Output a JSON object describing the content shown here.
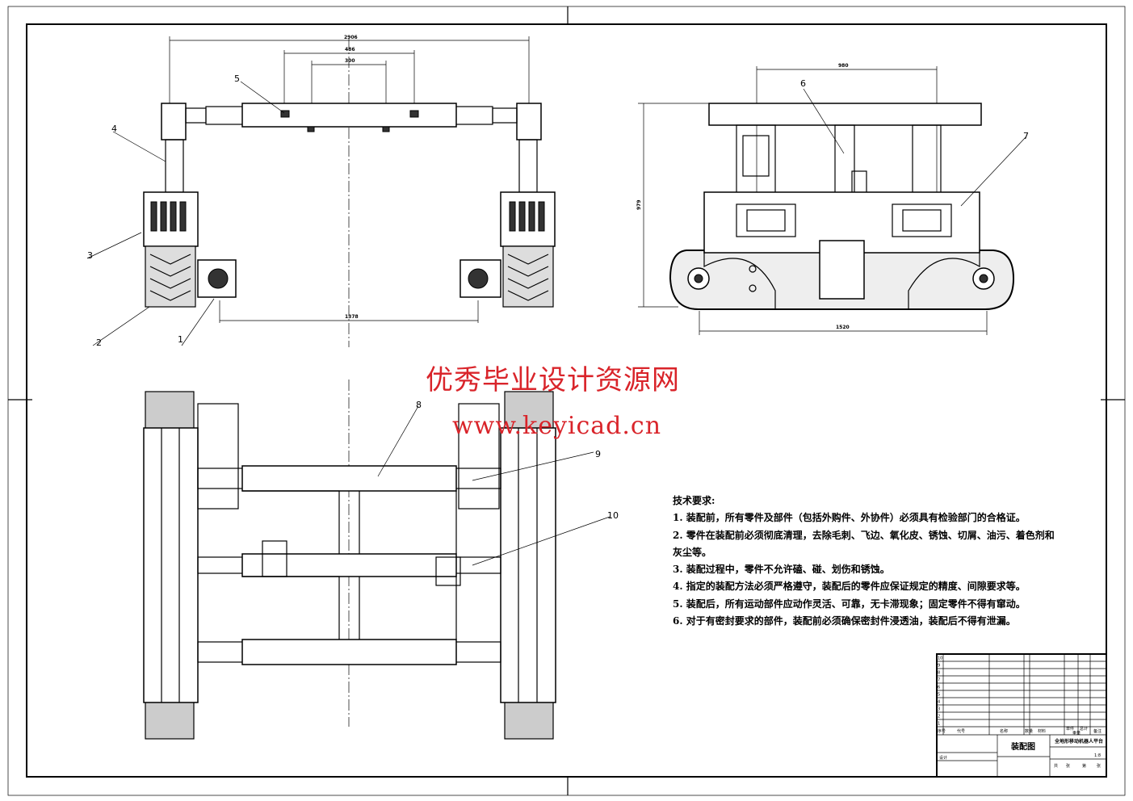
{
  "drawing": {
    "title": "装配图",
    "product_name": "全地形移动机器人平台",
    "watermark_cn": "优秀毕业设计资源网",
    "watermark_url": "www.keyicad.cn",
    "watermark_color": "#d9242a"
  },
  "dimensions": {
    "front_overall": "2906",
    "front_mount_outer": "486",
    "front_mount_inner": "300",
    "front_bottom": "1378",
    "side_top": "980",
    "side_height": "979",
    "side_bottom": "1520"
  },
  "balloons": [
    "1",
    "2",
    "3",
    "4",
    "5",
    "6",
    "7",
    "8",
    "9",
    "10"
  ],
  "requirements": {
    "heading": "技术要求:",
    "items": [
      "1. 装配前，所有零件及部件（包括外购件、外协件）必须具有检验部门的合格证。",
      "2. 零件在装配前必须彻底清理，去除毛刺、飞边、氧化皮、锈蚀、切屑、油污、着色剂和",
      "灰尘等。",
      "3. 装配过程中，零件不允许磕、碰、划伤和锈蚀。",
      "4. 指定的装配方法必须严格遵守，装配后的零件应保证规定的精度、间隙要求等。",
      "5. 装配后，所有运动部件应动作灵活、可靠，无卡滞现象；固定零件不得有窜动。",
      "6. 对于有密封要求的部件，装配前必须确保密封件浸透油，装配后不得有泄漏。"
    ]
  },
  "title_block": {
    "headers": [
      "序号",
      "代号",
      "名称",
      "数量",
      "材料",
      "单件",
      "总计",
      "重量",
      "备注"
    ],
    "row_numbers": [
      "10",
      "9",
      "8",
      "7",
      "6",
      "5",
      "4",
      "3",
      "2",
      "1"
    ],
    "design_label": "设计",
    "scale": "1:8",
    "sheet_labels": [
      "共",
      "张",
      "第",
      "张"
    ]
  }
}
